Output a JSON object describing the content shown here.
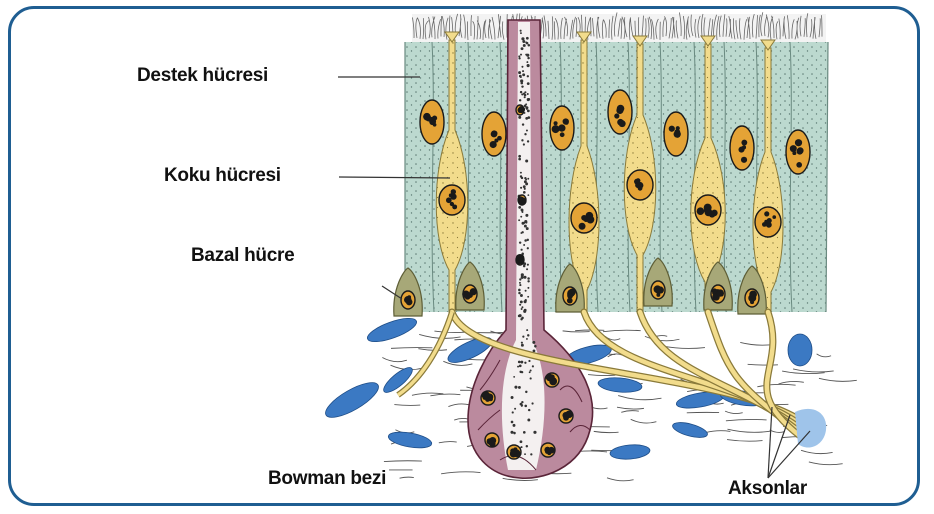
{
  "labels": {
    "support_cell": "Destek hücresi",
    "olfactory_cell": "Koku hücresi",
    "basal_cell": "Bazal hücre",
    "bowman_gland": "Bowman bezi",
    "axons": "Aksonlar"
  },
  "colors": {
    "frame": "#1f5e92",
    "support_cell_fill": "#bcd9cf",
    "olfactory_cell_fill": "#f2dc8c",
    "basal_cell_fill": "#a7a878",
    "gland_fill": "#bb8a9e",
    "gland_outline": "#5a2438",
    "nucleus_fill": "#e4a336",
    "nucleus_spots": "#1a1a1a",
    "connective_cell": "#3b79c3",
    "axon_bundle_end": "#9fc4ea",
    "fiber_lines": "#555555"
  }
}
